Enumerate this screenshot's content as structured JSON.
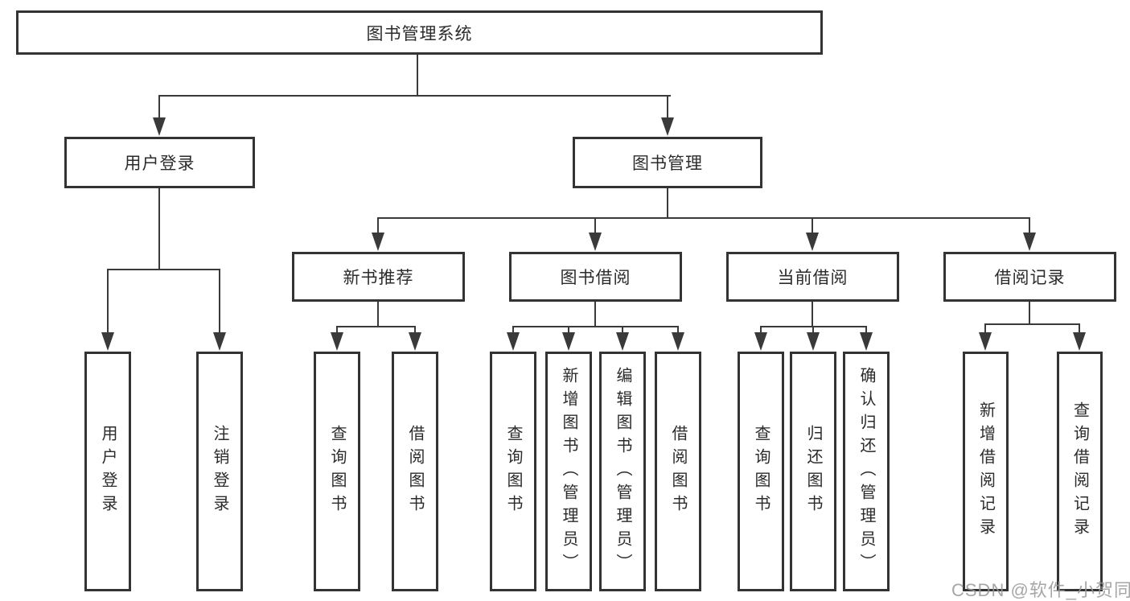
{
  "diagram": {
    "title": "图书管理系统",
    "root": {
      "label": "图书管理系统"
    },
    "level2": [
      {
        "id": "user-login",
        "label": "用户登录",
        "parent": "图书管理系统"
      },
      {
        "id": "book-management",
        "label": "图书管理",
        "parent": "图书管理系统"
      }
    ],
    "level3": [
      {
        "id": "new-book-recommend",
        "label": "新书推荐",
        "parent": "图书管理"
      },
      {
        "id": "book-borrow",
        "label": "图书借阅",
        "parent": "图书管理"
      },
      {
        "id": "current-borrow",
        "label": "当前借阅",
        "parent": "图书管理"
      },
      {
        "id": "borrow-records",
        "label": "借阅记录",
        "parent": "图书管理"
      }
    ],
    "leaves": [
      {
        "label": "用户登录",
        "parent": "用户登录"
      },
      {
        "label": "注销登录",
        "parent": "用户登录"
      },
      {
        "label": "查询图书",
        "parent": "新书推荐"
      },
      {
        "label": "借阅图书",
        "parent": "新书推荐"
      },
      {
        "label": "查询图书",
        "parent": "图书借阅"
      },
      {
        "label": "新增图书（管理员）",
        "parent": "图书借阅"
      },
      {
        "label": "编辑图书（管理员）",
        "parent": "图书借阅"
      },
      {
        "label": "借阅图书",
        "parent": "图书借阅"
      },
      {
        "label": "查询图书",
        "parent": "当前借阅"
      },
      {
        "label": "归还图书",
        "parent": "当前借阅"
      },
      {
        "label": "确认归还（管理员）",
        "parent": "当前借阅"
      },
      {
        "label": "新增借阅记录",
        "parent": "借阅记录"
      },
      {
        "label": "查询借阅记录",
        "parent": "借阅记录"
      }
    ],
    "line_color": "#3a3a3a",
    "box_border_color": "#333333",
    "background_color": "#ffffff"
  },
  "watermark": {
    "text": "CSDN @软件_小贺同学"
  }
}
